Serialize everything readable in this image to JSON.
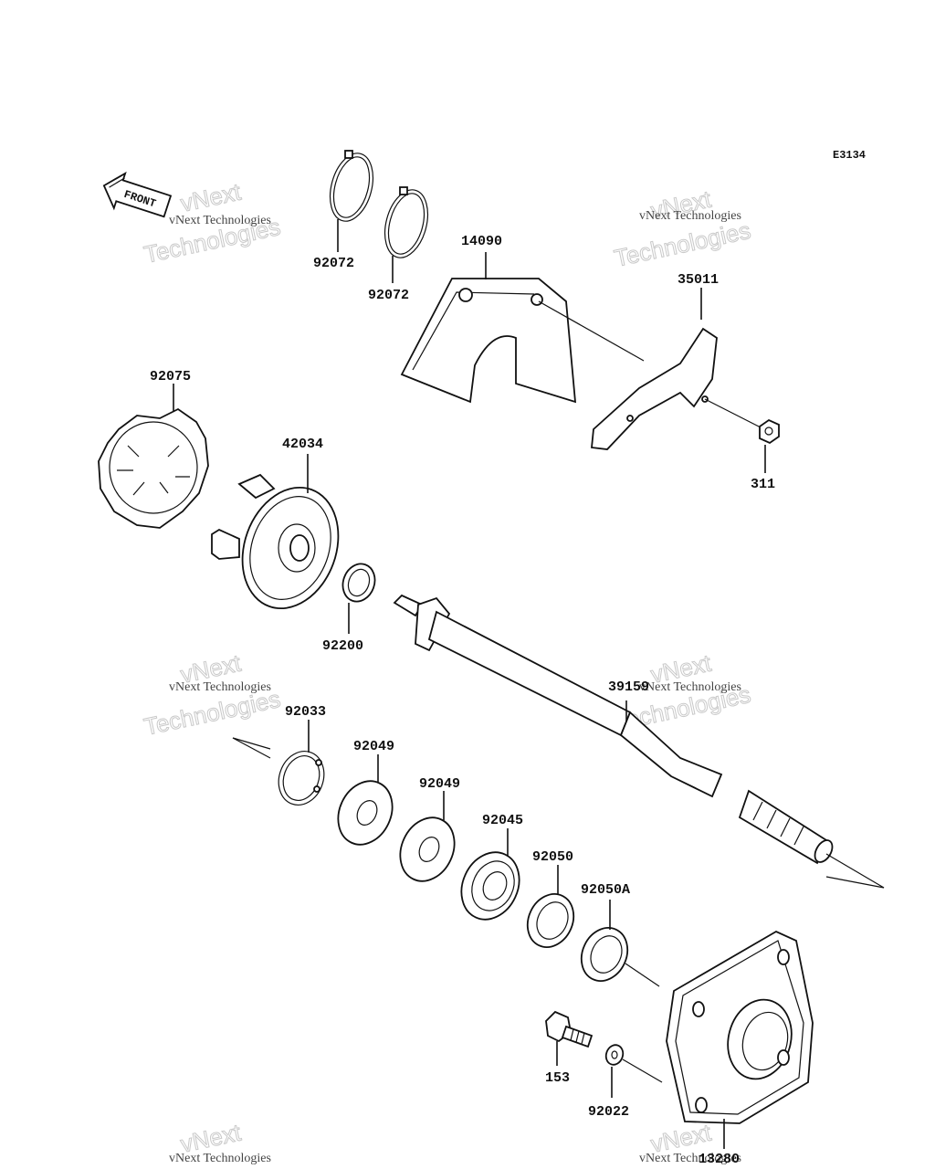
{
  "diagram_code": "E3134",
  "front_label": "FRONT",
  "watermark_line1": "vNext Technologies",
  "watermark_line2": "vNext",
  "watermark_line3": "Technologies",
  "parts": {
    "p92072a": "92072",
    "p92072b": "92072",
    "p14090": "14090",
    "p35011": "35011",
    "p311": "311",
    "p92075": "92075",
    "p42034": "42034",
    "p92200": "92200",
    "p39159": "39159",
    "p92033": "92033",
    "p92049a": "92049",
    "p92049b": "92049",
    "p92045": "92045",
    "p92050": "92050",
    "p92050A": "92050A",
    "p153": "153",
    "p92022": "92022",
    "p13280": "13280"
  }
}
